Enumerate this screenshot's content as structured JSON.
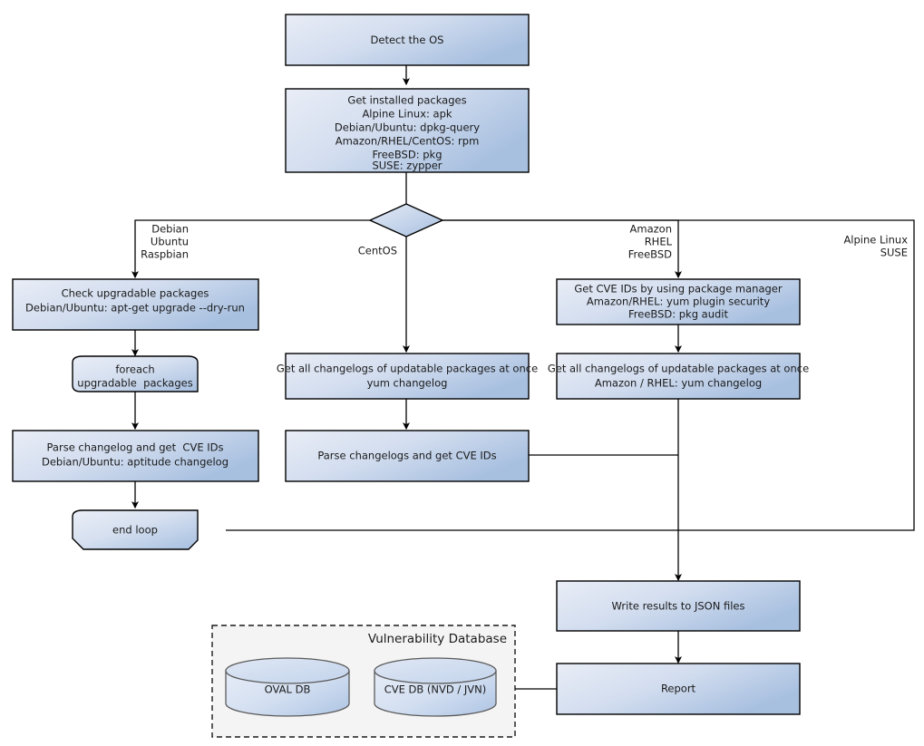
{
  "diagram": {
    "title": "Vulnerability scanning flowchart",
    "colors": {
      "box_gradient_light": "#e9edf6",
      "box_gradient_dark": "#a8c0e0",
      "box_stroke": "#000000",
      "group_fill": "#f4f4f4",
      "group_stroke": "#1a1a1a",
      "cylinder_stroke": "#5a5a5a",
      "connector": "#000000",
      "text": "#1a1a1a"
    }
  },
  "nodes": {
    "detect_os": {
      "label": "Detect the OS",
      "lines": [
        "Detect the OS"
      ]
    },
    "get_installed_packages": {
      "lines": [
        "Get installed packages",
        "Alpine Linux: apk",
        "Debian/Ubuntu: dpkg-query",
        "Amazon/RHEL/CentOS: rpm",
        "FreeBSD: pkg",
        "SUSE: zypper"
      ]
    },
    "decision": {
      "label": ""
    },
    "check_upgradable": {
      "lines": [
        "Check upgradable packages",
        "Debian/Ubuntu: apt-get upgrade --dry-run"
      ]
    },
    "foreach_loop": {
      "lines": [
        "foreach",
        "upgradable  packages"
      ]
    },
    "parse_changelog_deb": {
      "lines": [
        "Parse changelog and get  CVE IDs",
        "Debian/Ubuntu: aptitude changelog"
      ]
    },
    "end_loop": {
      "lines": [
        "end loop"
      ]
    },
    "changelogs_centos": {
      "lines": [
        "Get all changelogs of updatable packages at once",
        "yum changelog"
      ]
    },
    "parse_changelogs_centos": {
      "lines": [
        "Parse changelogs and get CVE IDs"
      ]
    },
    "get_cve_pkgmgr": {
      "lines": [
        "Get CVE IDs by using package manager",
        "Amazon/RHEL: yum plugin security",
        "FreeBSD: pkg audit"
      ]
    },
    "changelogs_amazon": {
      "lines": [
        "Get all changelogs of updatable packages at once",
        "Amazon / RHEL: yum changelog"
      ]
    },
    "write_json": {
      "lines": [
        "Write results to JSON files"
      ]
    },
    "report": {
      "lines": [
        "Report"
      ]
    }
  },
  "edge_labels": {
    "debian_branch": [
      "Debian",
      "Ubuntu",
      "Raspbian"
    ],
    "centos_branch": [
      "CentOS"
    ],
    "amazon_branch": [
      "Amazon",
      "RHEL",
      "FreeBSD"
    ],
    "alpine_branch": [
      "Alpine Linux",
      "SUSE"
    ]
  },
  "group": {
    "title": "Vulnerability Database",
    "databases": [
      {
        "label": "OVAL DB"
      },
      {
        "label": "CVE DB (NVD / JVN)"
      }
    ]
  }
}
